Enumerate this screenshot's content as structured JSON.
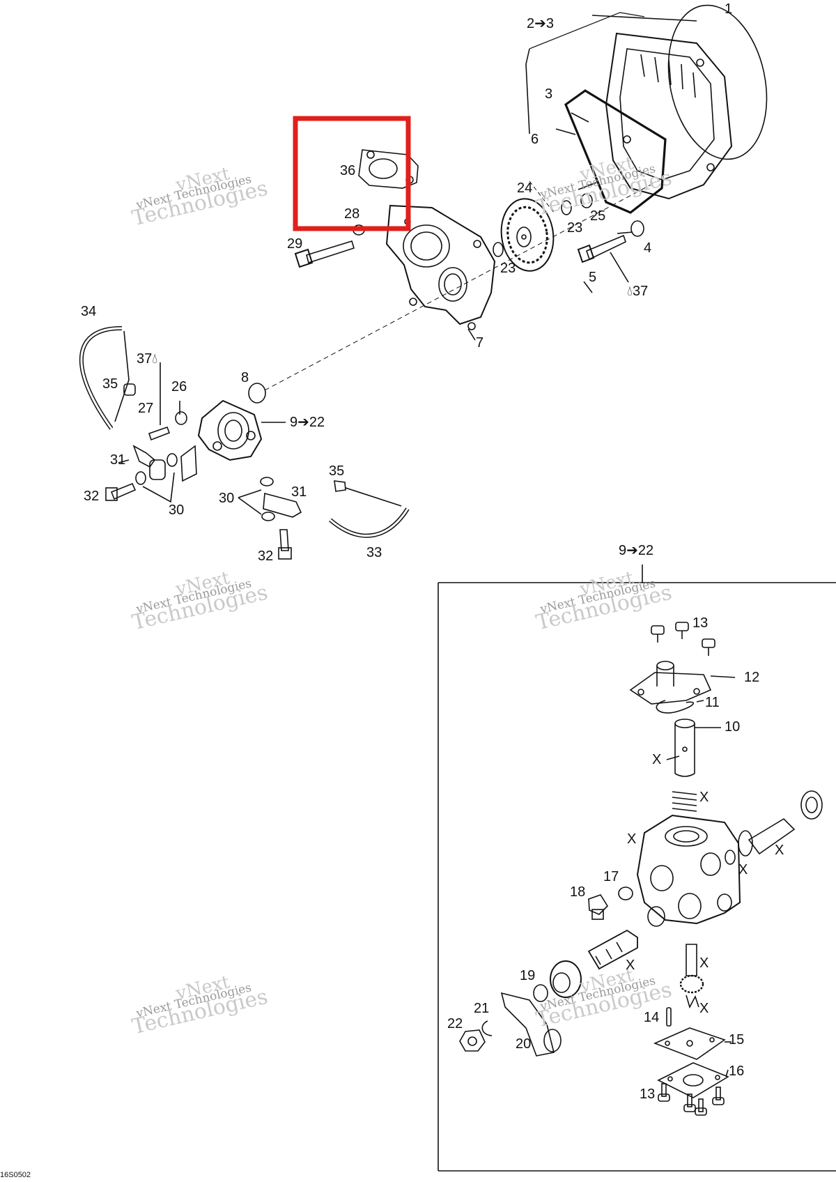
{
  "diagram": {
    "callouts": {
      "c1": "1",
      "c2_3": "2➔3",
      "c3": "3",
      "c4": "4",
      "c5": "5",
      "c6": "6",
      "c7": "7",
      "c8": "8",
      "c9_22_top": "9➔22",
      "c9_22_box": "9➔22",
      "c10": "10",
      "c11": "11",
      "c12": "12",
      "c13a": "13",
      "c13b": "13",
      "c14": "14",
      "c15": "15",
      "c16": "16",
      "c17": "17",
      "c18": "18",
      "c19": "19",
      "c20": "20",
      "c21": "21",
      "c22": "22",
      "c23a": "23",
      "c23b": "23",
      "c24": "24",
      "c25": "25",
      "c26": "26",
      "c27": "27",
      "c28": "28",
      "c29": "29",
      "c30a": "30",
      "c30b": "30",
      "c31a": "31",
      "c31b": "31",
      "c32a": "32",
      "c32b": "32",
      "c33": "33",
      "c34": "34",
      "c35a": "35",
      "c35b": "35",
      "c36": "36",
      "c37a": "37",
      "c37b": "37",
      "x1": "X",
      "x2": "X",
      "x3": "X",
      "x4": "X",
      "x5": "X",
      "x6": "X",
      "x7": "X",
      "x8": "X"
    },
    "highlight_color": "#e0201b",
    "drawing_code": "16S0502"
  },
  "watermark": {
    "line1": "vNext",
    "line2": "vNext Technologies",
    "line3": "Technologies"
  }
}
